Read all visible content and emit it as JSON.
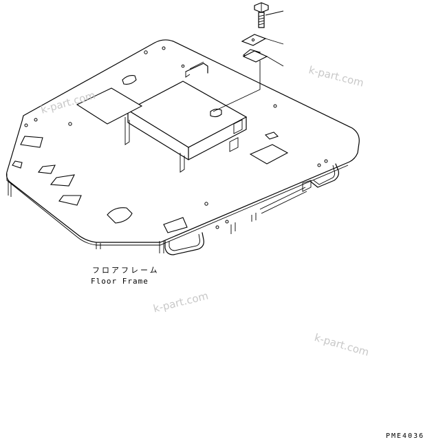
{
  "part_label": {
    "japanese": "フロアフレーム",
    "english": "Floor Frame"
  },
  "drawing_code": "PME4036",
  "watermarks": [
    "k-part.com",
    "k-part.com",
    "k-part.com",
    "k-part.com"
  ],
  "icons": {
    "bolt": "bolt-icon",
    "washer": "washer-icon",
    "plate": "plate-icon"
  }
}
